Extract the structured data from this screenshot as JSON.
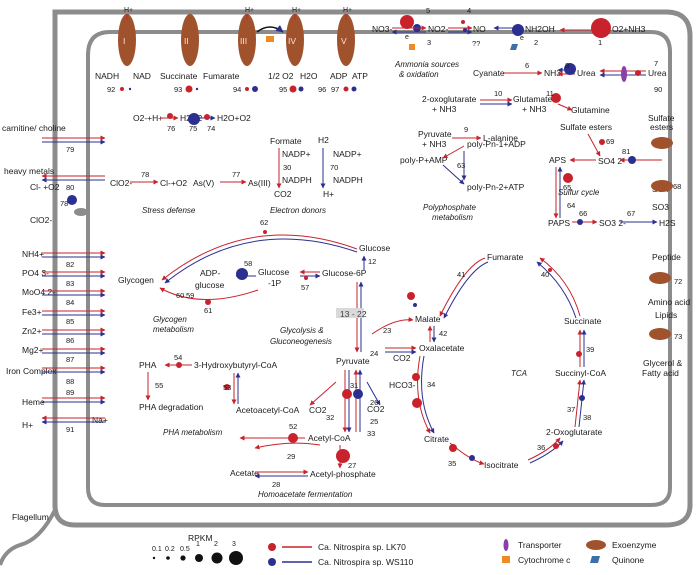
{
  "colors": {
    "lk70": "#c8232c",
    "ws110": "#2b2f8f",
    "membrane": "#8c8c8c",
    "enzyme": "#a0522d",
    "transporter": "#8b3fa8",
    "cytochrome": "#f08a24",
    "quinone": "#3d6fa8"
  },
  "complexes": [
    {
      "id": "I",
      "sub": "H+"
    },
    {
      "id": "II",
      "sub": ""
    },
    {
      "id": "III",
      "sub": "H+"
    },
    {
      "id": "IV",
      "sub": "H+"
    },
    {
      "id": "V",
      "sub": "H+"
    }
  ],
  "etc_labels": [
    "NADH",
    "NAD",
    "Succinate",
    "Fumarate",
    "1/2 O2",
    "H2O",
    "ADP",
    "ATP"
  ],
  "etc_nums": [
    "92",
    "93",
    "94",
    "95",
    "96",
    "97"
  ],
  "ammonia": {
    "nodes": [
      "NO3-",
      "NO2-",
      "NO",
      "NH2OH",
      "O2+NH3"
    ],
    "nums": [
      "5",
      "4",
      "3",
      "2",
      "1",
      "??"
    ],
    "title1": "Ammonia sources",
    "title2": "& oxidation"
  },
  "urea": {
    "nodes": [
      "Cyanate",
      "NH3",
      "Urea",
      "Urea"
    ],
    "nums": [
      "6",
      "8",
      "7",
      "90"
    ]
  },
  "glutamine": {
    "nodes": [
      "2-oxoglutarate",
      "+ NH3",
      "Glutamate",
      "+ NH3",
      "Glutamine"
    ],
    "nums": [
      "10",
      "11"
    ]
  },
  "alanine": {
    "nodes": [
      "Pyruvate",
      "+ NH3",
      "L-alanine"
    ],
    "nums": [
      "9"
    ]
  },
  "sulfur": {
    "nodes": [
      "Sulfate esters",
      "Sulfate",
      "esters",
      "SO4 2-",
      "APS",
      "PAPS",
      "SO3 2-",
      "H2S",
      "SO4",
      "SO3"
    ],
    "nums": [
      "69",
      "81",
      "65",
      "64",
      "66",
      "67",
      "68"
    ],
    "title": "Sulfur cycle"
  },
  "polyp": {
    "nodes": [
      "poly-Pn-1+ADP",
      "poly-P+AMP",
      "poly-Pn-2+ATP"
    ],
    "nums": [
      "63"
    ],
    "title1": "Polyphosphate",
    "title2": "metabolism"
  },
  "stress": {
    "nodes": [
      "O2-+H+",
      "H2O2",
      "H2O+O2",
      "ClO2-",
      "Cl-+O2",
      "As(V)",
      "As(III)"
    ],
    "nums": [
      "76",
      "75",
      "74",
      "78",
      "77"
    ],
    "title": "Stress defense"
  },
  "donors": {
    "nodes": [
      "Formate",
      "NADP+",
      "NADPH",
      "CO2",
      "H2",
      "NADP+",
      "NADPH",
      "H+"
    ],
    "nums": [
      "30",
      "70"
    ],
    "title": "Electron donors"
  },
  "transport_left": [
    {
      "label": "carnitine/ choline",
      "num": "79"
    },
    {
      "label": "heavy metals",
      "num": "80"
    },
    {
      "label": "Cl- +O2",
      "num": "78"
    },
    {
      "label": "ClO2-",
      "num": ""
    },
    {
      "label": "NH4+",
      "num": "82"
    },
    {
      "label": "PO4 3-",
      "num": "83"
    },
    {
      "label": "MoO4 2-",
      "num": "84"
    },
    {
      "label": "Fe3+",
      "num": "85"
    },
    {
      "label": "Zn2+",
      "num": "86"
    },
    {
      "label": "Mg2+",
      "num": "87"
    },
    {
      "label": "Iron Complex",
      "num": "88"
    },
    {
      "label": "Heme",
      "num": "89"
    },
    {
      "label": "H+",
      "num": "91"
    },
    {
      "label": "Na+",
      "num": ""
    }
  ],
  "right_side": {
    "peptide": "Peptide",
    "amino": "Amino acid",
    "lipids": "Lipids",
    "glycerol": "Glycerol &",
    "fatty": "Fatty acid",
    "nums": [
      "72",
      "73"
    ]
  },
  "glycogen": {
    "nodes": [
      "Glycogen",
      "ADP-",
      "glucose",
      "Glucose",
      "-1P",
      "Glucose",
      "Glucose-6P"
    ],
    "nums": [
      "62",
      "58",
      "60",
      "59",
      "61",
      "57",
      "12"
    ],
    "title1": "Glycogen",
    "title2": "metabolism"
  },
  "glycolysis": {
    "title1": "Glycolysis &",
    "title2": "Gluconeogenesis",
    "range": "13 - 22"
  },
  "tca": {
    "nodes": [
      "Fumarate",
      "Malate",
      "Succinate",
      "Oxalacetate",
      "Succinyl-CoA",
      "2-Oxoglutarate",
      "Citrate",
      "Isocitrate",
      "CO2",
      "HCO3-",
      "Pyruvate"
    ],
    "nums": [
      "41",
      "40",
      "23",
      "42",
      "39",
      "24",
      "34",
      "38",
      "37",
      "36",
      "35",
      "33"
    ],
    "title": "TCA"
  },
  "central": {
    "nodes": [
      "Acetyl-CoA",
      "Acetate",
      "Acetyl-phosphate",
      "CO2",
      "CO2",
      "Acetoacetyl-CoA",
      "3-Hydroxybutyryl-CoA",
      "PHA",
      "PHA degradation"
    ],
    "nums": [
      "31",
      "32",
      "26",
      "25",
      "52",
      "27",
      "29",
      "28",
      "53",
      "54",
      "55"
    ],
    "pha_title": "PHA metabolism",
    "homo_title": "Homoacetate fermentation"
  },
  "misc": {
    "flagellum": "Flagellum",
    "e": "e"
  },
  "legend": {
    "rpkm": "RPKM",
    "scale": [
      "0.1",
      "0.2",
      "0.5",
      "1",
      "2",
      "3"
    ],
    "lk70": "Ca. Nitrospira sp. LK70",
    "ws110": "Ca. Nitrospira sp. WS110",
    "transporter": "Transporter",
    "cytochrome": "Cytochrome c",
    "exoenzyme": "Exoenzyme",
    "quinone": "Quinone"
  }
}
